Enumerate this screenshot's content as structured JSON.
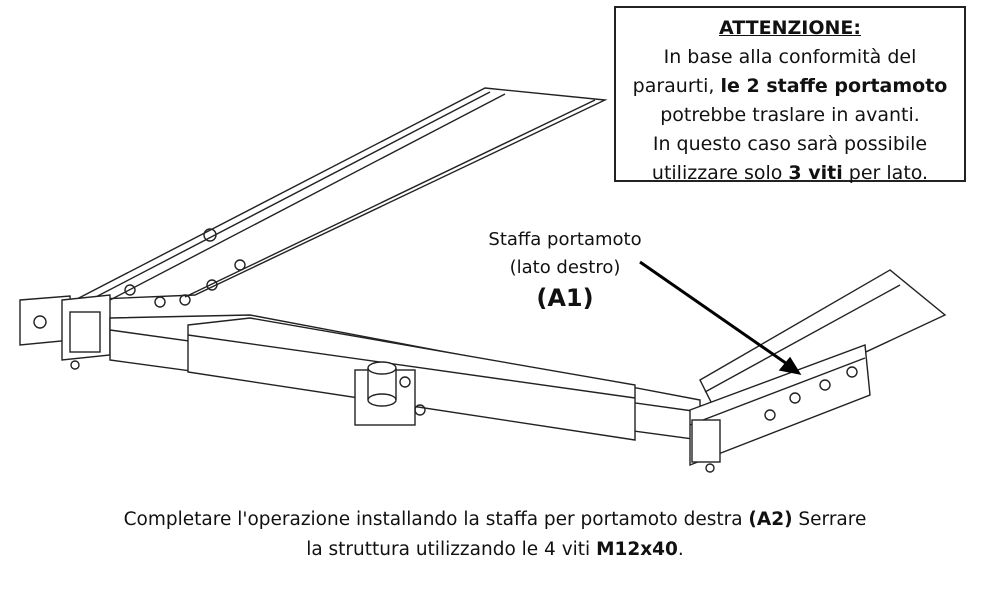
{
  "warning": {
    "title": "ATTENZIONE:",
    "line1": "In base alla conformità del",
    "line2_pre": "paraurti, ",
    "line2_bold": "le 2 staffe portamoto",
    "line3": "potrebbe traslare in avanti.",
    "line4": "In questo caso sarà possibile",
    "line5_pre": "utilizzare solo ",
    "line5_bold": "3 viti",
    "line5_post": " per lato."
  },
  "callout": {
    "line1": "Staffa portamoto",
    "line2": "(lato destro)",
    "code": "(A1)"
  },
  "caption": {
    "part1": "Completare l'operazione installando la staffa per portamoto destra ",
    "bold1": "(A2)",
    "part2": " Serrare",
    "part3": "la struttura utilizzando le 4 viti ",
    "bold2": "M12x40",
    "part4": "."
  }
}
